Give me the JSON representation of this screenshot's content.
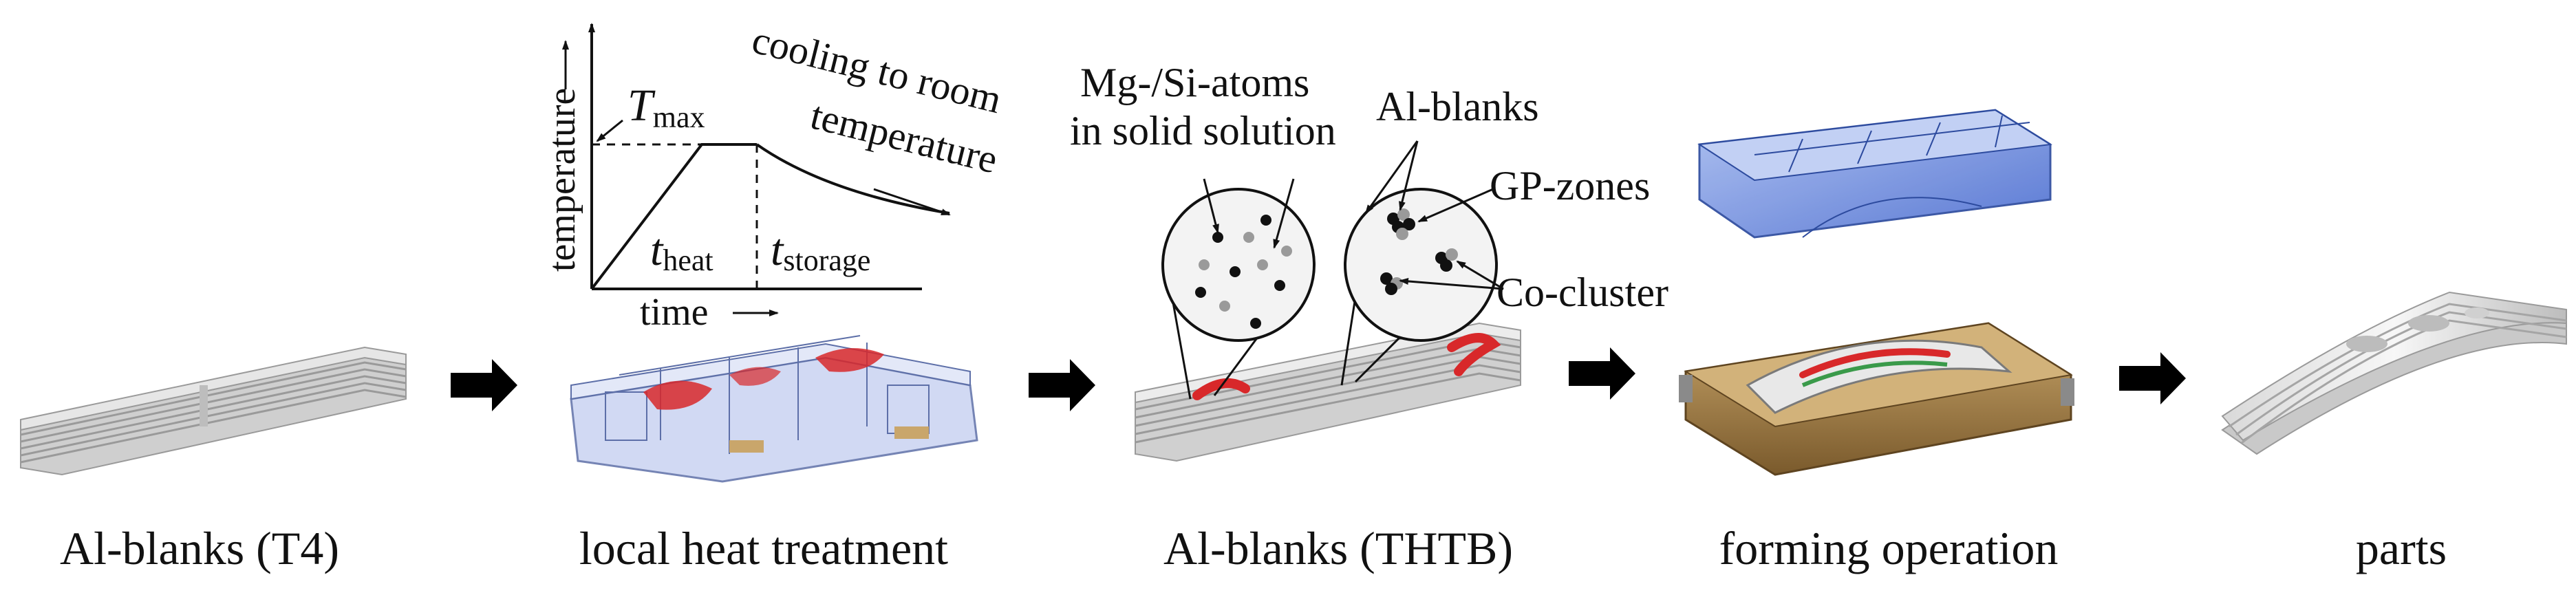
{
  "stages": [
    {
      "label": "Al-blanks (T4)"
    },
    {
      "label": "local heat treatment"
    },
    {
      "label": "Al-blanks (THTB)"
    },
    {
      "label": "forming operation"
    },
    {
      "label": "parts"
    }
  ],
  "graph": {
    "ylabel": "temperature",
    "xlabel": "time",
    "tmax_symbol": "T",
    "tmax_sub": "max",
    "theat_symbol": "t",
    "theat_sub": "heat",
    "tstorage_symbol": "t",
    "tstorage_sub": "storage",
    "cooling_line1": "cooling to room",
    "cooling_line2": "temperature"
  },
  "annotations": {
    "mgsi_line1": "Mg-/Si-atoms",
    "mgsi_line2": "in solid solution",
    "alblanks": "Al-blanks",
    "gpzones": "GP-zones",
    "cocluster": "Co-cluster"
  },
  "colors": {
    "arrow": "#000000",
    "blank_light": "#e2e2e2",
    "blank_dark": "#9a9a9a",
    "heat_red": "#d8282a",
    "tool_blue": "#6f8fd8",
    "tool_bronze": "#9c7a45"
  }
}
